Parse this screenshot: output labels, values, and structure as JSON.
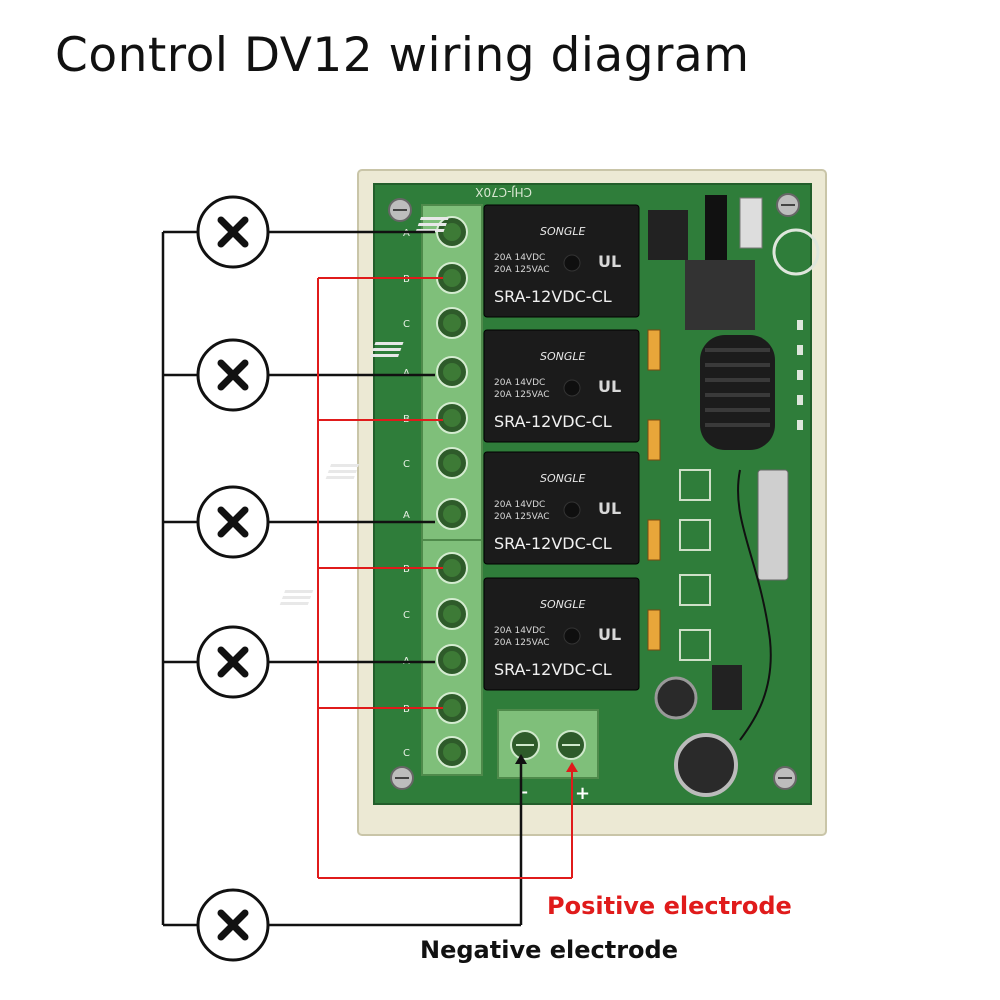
{
  "title": "Control DV12 wiring diagram",
  "labels": {
    "positive": "Positive electrode",
    "negative": "Negative electrode"
  },
  "board": {
    "silk_top": "CHJ-C70X",
    "terminal_minus": "–",
    "terminal_plus": "+",
    "relays": [
      {
        "brand": "SONGLE",
        "spec1": "20A 14VDC",
        "spec2": "20A 125VAC",
        "model": "SRA-12VDC-CL"
      },
      {
        "brand": "SONGLE",
        "spec1": "20A 14VDC",
        "spec2": "20A 125VAC",
        "model": "SRA-12VDC-CL"
      },
      {
        "brand": "SONGLE",
        "spec1": "20A 14VDC",
        "spec2": "20A 125VAC",
        "model": "SRA-12VDC-CL"
      },
      {
        "brand": "SONGLE",
        "spec1": "20A 14VDC",
        "spec2": "20A 125VAC",
        "model": "SRA-12VDC-CL"
      }
    ],
    "terminal_letters": [
      "A",
      "B",
      "C",
      "A",
      "B",
      "C",
      "A",
      "B",
      "C",
      "A",
      "B",
      "C"
    ]
  },
  "colors": {
    "board_green": "#2f7d3a",
    "case": "#ece9d4",
    "terminal_green": "#7fbf7a",
    "relay_black": "#1b1b1b",
    "wire_red": "#e01b1b",
    "wire_black": "#111111"
  },
  "lamps": [
    {
      "symbol": "lamp-icon"
    },
    {
      "symbol": "lamp-icon"
    },
    {
      "symbol": "lamp-icon"
    },
    {
      "symbol": "lamp-icon"
    },
    {
      "symbol": "lamp-icon"
    }
  ]
}
